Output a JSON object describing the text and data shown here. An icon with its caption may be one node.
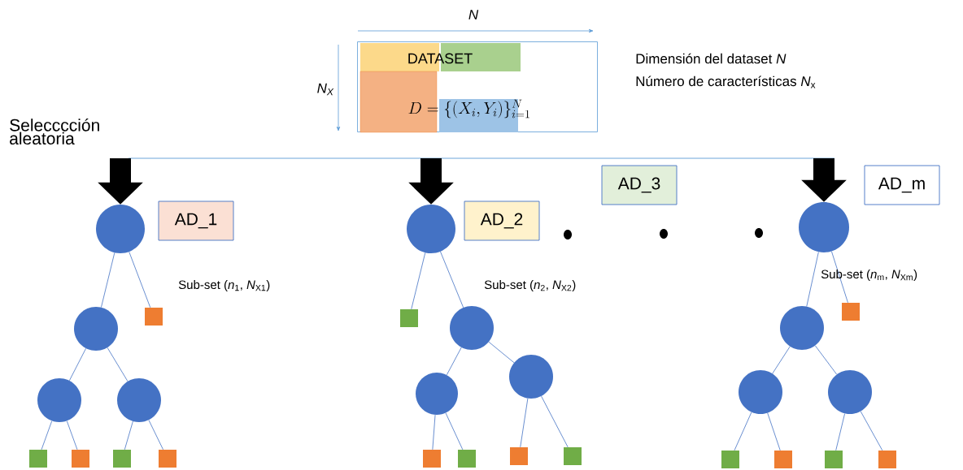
{
  "diagram": {
    "nodes": [
      {
        "text": [
          "DATASET",
          "D = \\{(X_i, Y_i)\\}_{i=1}^{N}"
        ]
      },
      {
        "text": [
          "AD_1"
        ]
      },
      {
        "text": [
          "AD_2"
        ]
      },
      {
        "text": [
          "AD_3"
        ]
      },
      {
        "text": [
          "AD_m"
        ]
      },
      {
        "text": [],
        "shape": "circle"
      },
      {
        "text": [],
        "shape": "circle"
      },
      {
        "text": [],
        "shape": "box"
      },
      {
        "text": [],
        "shape": "circle"
      },
      {
        "text": [],
        "shape": "circle"
      },
      {
        "text": [],
        "shape": "box"
      },
      {
        "text": [],
        "shape": "box"
      },
      {
        "text": [],
        "shape": "box"
      },
      {
        "text": [],
        "shape": "box"
      },
      {
        "text": [],
        "shape": "circle"
      },
      {
        "text": [],
        "shape": "box"
      },
      {
        "text": [],
        "shape": "circle"
      },
      {
        "text": [],
        "shape": "circle"
      },
      {
        "text": [],
        "shape": "circle"
      },
      {
        "text": [],
        "shape": "box"
      },
      {
        "text": [],
        "shape": "box"
      },
      {
        "text": [],
        "shape": "box"
      },
      {
        "text": [],
        "shape": "box"
      },
      {
        "text": [],
        "shape": "circle"
      },
      {
        "text": [],
        "shape": "circle"
      },
      {
        "text": [],
        "shape": "box"
      },
      {
        "text": [],
        "shape": "circle"
      },
      {
        "text": [],
        "shape": "circle"
      },
      {
        "text": [],
        "shape": "box"
      },
      {
        "text": [],
        "shape": "box"
      },
      {
        "text": [],
        "shape": "box"
      },
      {
        "text": [],
        "shape": "box"
      }
    ],
    "edges": [
      {
        "from": null,
        "to": 5,
        "arrow": "to",
        "style": "thick",
        "color": "#000000"
      },
      {
        "from": null,
        "to": 14,
        "arrow": "to",
        "style": "thick",
        "color": "#000000"
      },
      {
        "from": null,
        "to": 23,
        "arrow": "to",
        "style": "thick",
        "color": "#000000"
      },
      {
        "from": 5,
        "to": 6,
        "arrow": "none"
      },
      {
        "from": 5,
        "to": 7,
        "arrow": "none"
      },
      {
        "from": 6,
        "to": 8,
        "arrow": "none"
      },
      {
        "from": 6,
        "to": 9,
        "arrow": "none"
      },
      {
        "from": 8,
        "to": 10,
        "arrow": "none"
      },
      {
        "from": 8,
        "to": 11,
        "arrow": "none"
      },
      {
        "from": 9,
        "to": 12,
        "arrow": "none"
      },
      {
        "from": 9,
        "to": 13,
        "arrow": "none"
      },
      {
        "from": 14,
        "to": 15,
        "arrow": "none"
      },
      {
        "from": 14,
        "to": 16,
        "arrow": "none"
      },
      {
        "from": 16,
        "to": 17,
        "arrow": "none"
      },
      {
        "from": 16,
        "to": 18,
        "arrow": "none"
      },
      {
        "from": 17,
        "to": 19,
        "arrow": "none"
      },
      {
        "from": 17,
        "to": 20,
        "arrow": "none"
      },
      {
        "from": 18,
        "to": 21,
        "arrow": "none"
      },
      {
        "from": 18,
        "to": 22,
        "arrow": "none"
      },
      {
        "from": 23,
        "to": 24,
        "arrow": "none"
      },
      {
        "from": 23,
        "to": 25,
        "arrow": "none"
      },
      {
        "from": 24,
        "to": 26,
        "arrow": "none"
      },
      {
        "from": 24,
        "to": 27,
        "arrow": "none"
      },
      {
        "from": 26,
        "to": 28,
        "arrow": "none"
      },
      {
        "from": 26,
        "to": 29,
        "arrow": "none"
      },
      {
        "from": 27,
        "to": 30,
        "arrow": "none"
      },
      {
        "from": 27,
        "to": 31,
        "arrow": "none"
      }
    ],
    "labels": [
      "N",
      "Dimensión del dataset *N*",
      "Número de características *N*$_{x}$",
      "N$_{X}$",
      "Selecccción aleatoria",
      "Sub-set (*n*$_{1}$, *N*$_{X1}$)",
      "Sub-set (*n*$_{2}$, *N*$_{X2}$)",
      "Sub-set (*n*$_{m}$, *N*$_{Xm}$)"
    ]
  }
}
